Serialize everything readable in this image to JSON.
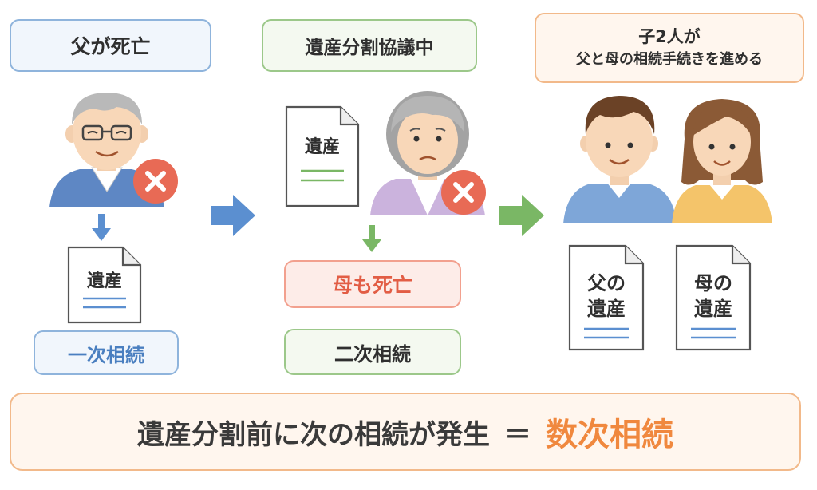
{
  "stage1": {
    "title": "父が死亡",
    "doc_label": "遺産",
    "caption": "一次相続"
  },
  "stage2": {
    "title": "遺産分割協議中",
    "doc_label": "遺産",
    "event": "母も死亡",
    "caption": "二次相続"
  },
  "stage3": {
    "title_line1": "子2人が",
    "title_line2": "父と母の相続手続きを進める",
    "doc_father_line1": "父の",
    "doc_father_line2": "遺産",
    "doc_mother_line1": "母の",
    "doc_mother_line2": "遺産"
  },
  "summary": {
    "text": "遺産分割前に次の相続が発生",
    "equals": "＝",
    "highlight": "数次相続"
  },
  "colors": {
    "blue": "#5b8fd0",
    "green": "#7ab765",
    "orange": "#f0883e",
    "red": "#e86a55"
  }
}
